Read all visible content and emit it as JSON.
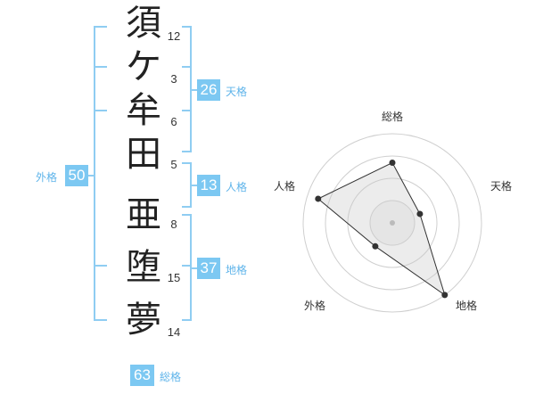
{
  "name_chars": [
    {
      "char": "須",
      "strokes": "12"
    },
    {
      "char": "ケ",
      "strokes": "3"
    },
    {
      "char": "牟",
      "strokes": "6"
    },
    {
      "char": "田",
      "strokes": "5"
    },
    {
      "char": "亜",
      "strokes": "8"
    },
    {
      "char": "堕",
      "strokes": "15"
    },
    {
      "char": "夢",
      "strokes": "14"
    }
  ],
  "fortunes": {
    "ten": {
      "value": "26",
      "label": "天格"
    },
    "jin": {
      "value": "13",
      "label": "人格"
    },
    "chi": {
      "value": "37",
      "label": "地格"
    },
    "gai": {
      "value": "50",
      "label": "外格"
    },
    "total": {
      "value": "63",
      "label": "総格"
    }
  },
  "radar": {
    "axes": [
      "総格",
      "天格",
      "地格",
      "外格",
      "人格"
    ],
    "levels": 4,
    "values": [
      2.7,
      1.3,
      4,
      1.3,
      3.5
    ],
    "max": 4
  },
  "colors": {
    "accent": "#7cc8f2",
    "label": "#5fb4ea",
    "bracket": "#8fcdf2"
  }
}
